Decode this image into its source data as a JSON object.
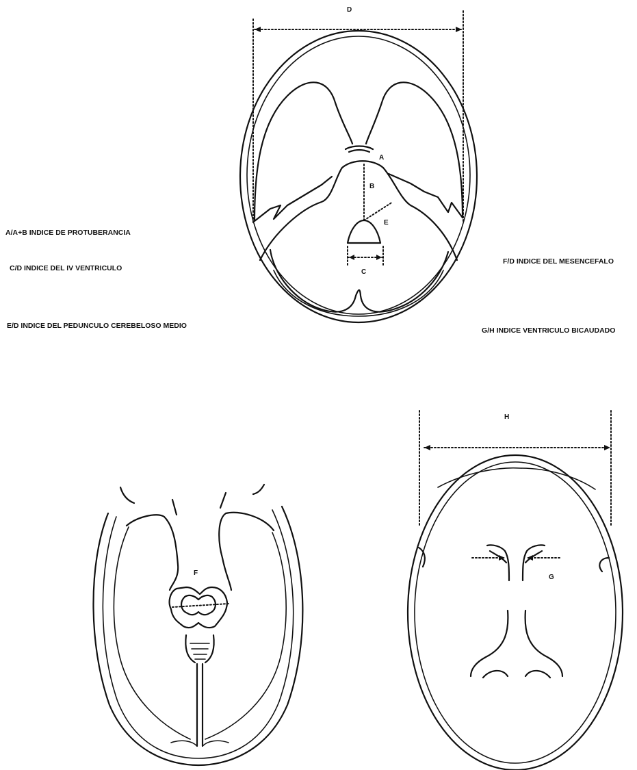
{
  "captions": {
    "protuberancia": "A/A+B INDICE DE PROTUBERANCIA",
    "iv_ventriculo": "C/D INDICE DEL IV VENTRICULO",
    "pedunculo": "E/D INDICE DEL PEDUNCULO CEREBELOSO MEDIO",
    "mesencefalo": "F/D INDICE DEL MESENCEFALO",
    "bicaudado": "G/H INDICE VENTRICULO BICAUDADO"
  },
  "labels": {
    "A": "A",
    "B": "B",
    "C": "C",
    "D": "D",
    "E": "E",
    "F": "F",
    "G": "G",
    "H": "H"
  }
}
